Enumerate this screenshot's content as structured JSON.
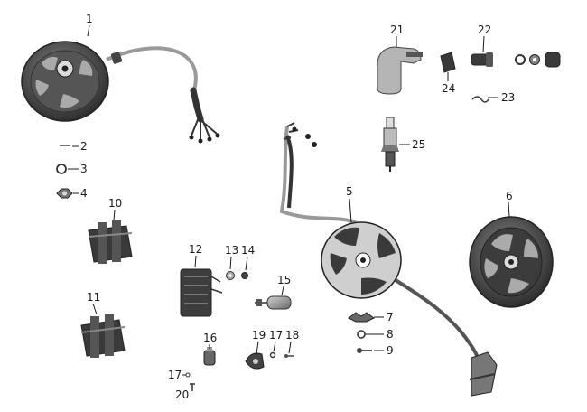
{
  "colors": {
    "background": "#ffffff",
    "part_dark": "#3a3a3a",
    "part_mid": "#6b6b6b",
    "part_light": "#a8a8a8",
    "label": "#1a1a1a"
  },
  "callouts": {
    "c1": "1",
    "c2": "2",
    "c3": "3",
    "c4": "4",
    "c5": "5",
    "c6": "6",
    "c7": "7",
    "c8": "8",
    "c9": "9",
    "c10": "10",
    "c11": "11",
    "c12": "12",
    "c13": "13",
    "c14": "14",
    "c15": "15",
    "c16": "16",
    "c17a": "17",
    "c17b": "17",
    "c18": "18",
    "c19": "19",
    "c20": "20",
    "c21": "21",
    "c22": "22",
    "c23": "23",
    "c24": "24",
    "c25": "25"
  }
}
